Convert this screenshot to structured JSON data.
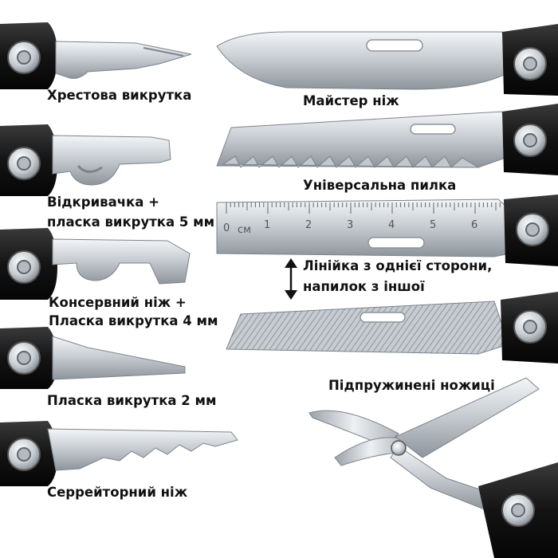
{
  "labels": {
    "phillips": "Хрестова викрутка",
    "master_knife": "Майстер ніж",
    "opener_line1": "Відкривачка +",
    "opener_line2": "пласка викрутка 5 мм",
    "universal_saw": "Універсальна пилка",
    "can_opener_line1": "Консервний ніж +",
    "can_opener_line2": "Пласка викрутка 4 мм",
    "ruler_note_line1": "Лінійка з однієї сторони,",
    "ruler_note_line2": "напилок з іншої",
    "flat_screwdriver": "Пласка викрутка 2 мм",
    "scissors": "Підпружинені ножиці",
    "serrated_knife": "Серрейторний ніж"
  },
  "ruler": {
    "unit": "см",
    "numbers": [
      "0",
      "1",
      "2",
      "3",
      "4",
      "5",
      "6"
    ]
  },
  "colors": {
    "background": "#ffffff",
    "text": "#111111",
    "handle": "#141414",
    "steel_light": "#e4e7ea",
    "steel_dark": "#8d949b"
  }
}
